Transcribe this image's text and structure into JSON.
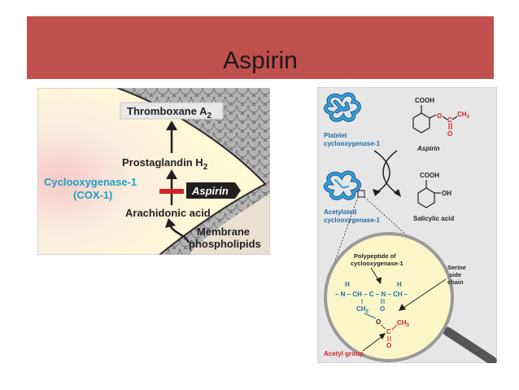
{
  "slide": {
    "title": "Aspirin"
  },
  "left_diagram": {
    "thromboxane": "Thromboxane A",
    "thromboxane_sub": "2",
    "prostaglandin": "Prostaglandin H",
    "prostaglandin_sub": "2",
    "enzyme_name": "Cyclooxygenase-1",
    "enzyme_abbr": "(COX-1)",
    "aspirin_label": "Aspirin",
    "arachidonic": "Arachidonic acid",
    "membrane_line1": "Membrane",
    "membrane_line2": "phospholipids"
  },
  "right_diagram": {
    "platelet_line1": "Platelet",
    "platelet_line2": "cyclooxygenase-1",
    "acetylated_line1": "Acetylated",
    "acetylated_line2": "cyclooxygenase-1",
    "cooh_top": "COOH",
    "aspirin_o": "O",
    "aspirin_c": "C",
    "aspirin_ch3": "CH",
    "aspirin_ch3_sub": "3",
    "aspirin_dbl_o": "O",
    "aspirin_name": "Aspirin",
    "cooh_bottom": "COOH",
    "oh": "OH",
    "salicylic": "Salicylic acid",
    "polypeptide_line1": "Polypeptide of",
    "polypeptide_line2": "cyclooxygenase-1",
    "serine_line1": "Serine",
    "serine_line2": "side",
    "serine_line3": "chain",
    "chain_h1": "H",
    "chain_main": "– N – CH – C – N – CH –",
    "chain_h2": "H",
    "ch2": "CH",
    "ch2_sub": "2",
    "carbonyl_o": "O",
    "ester_o": "O",
    "acetyl_c": "C",
    "acetyl_ch3": "CH",
    "acetyl_ch3_sub": "3",
    "acetyl_o": "O",
    "acetyl_group": "Acetyl group"
  }
}
